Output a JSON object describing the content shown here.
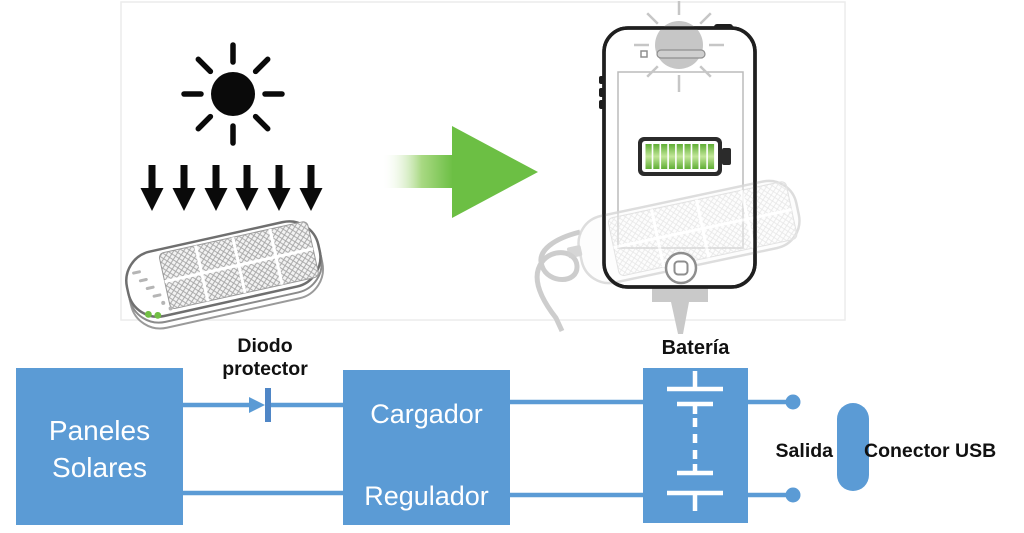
{
  "blocks": {
    "solar_panels": {
      "label_line1": "Paneles",
      "label_line2": "Solares"
    },
    "charger": {
      "top_label": "Cargador",
      "bottom_label": "Regulador"
    },
    "battery": {
      "label": "Batería"
    }
  },
  "labels": {
    "diode_line1": "Diodo",
    "diode_line2": "protector",
    "output": "Salida",
    "usb": "Conector USB"
  },
  "illustration": {
    "icons": {
      "sun": "sun-icon",
      "sunlight_arrows": "down-arrows-icon",
      "solar_charger": "solar-charger-icon",
      "transfer_arrow": "right-arrow-icon",
      "phone": "smartphone-icon",
      "phone_battery": "battery-level-icon",
      "charging_sun": "charging-sun-icon",
      "cable": "usb-cable-icon"
    }
  },
  "colors": {
    "block_blue": "#5B9BD5",
    "diode_bar_blue": "#4F86C6",
    "arrow_green": "#6CBF44",
    "battery_green": "#76C043",
    "label_black": "#111111",
    "box_text_white": "#FFFFFF",
    "ghost_gray": "#D8D8D8",
    "frame_gray": "#ECECEC"
  }
}
